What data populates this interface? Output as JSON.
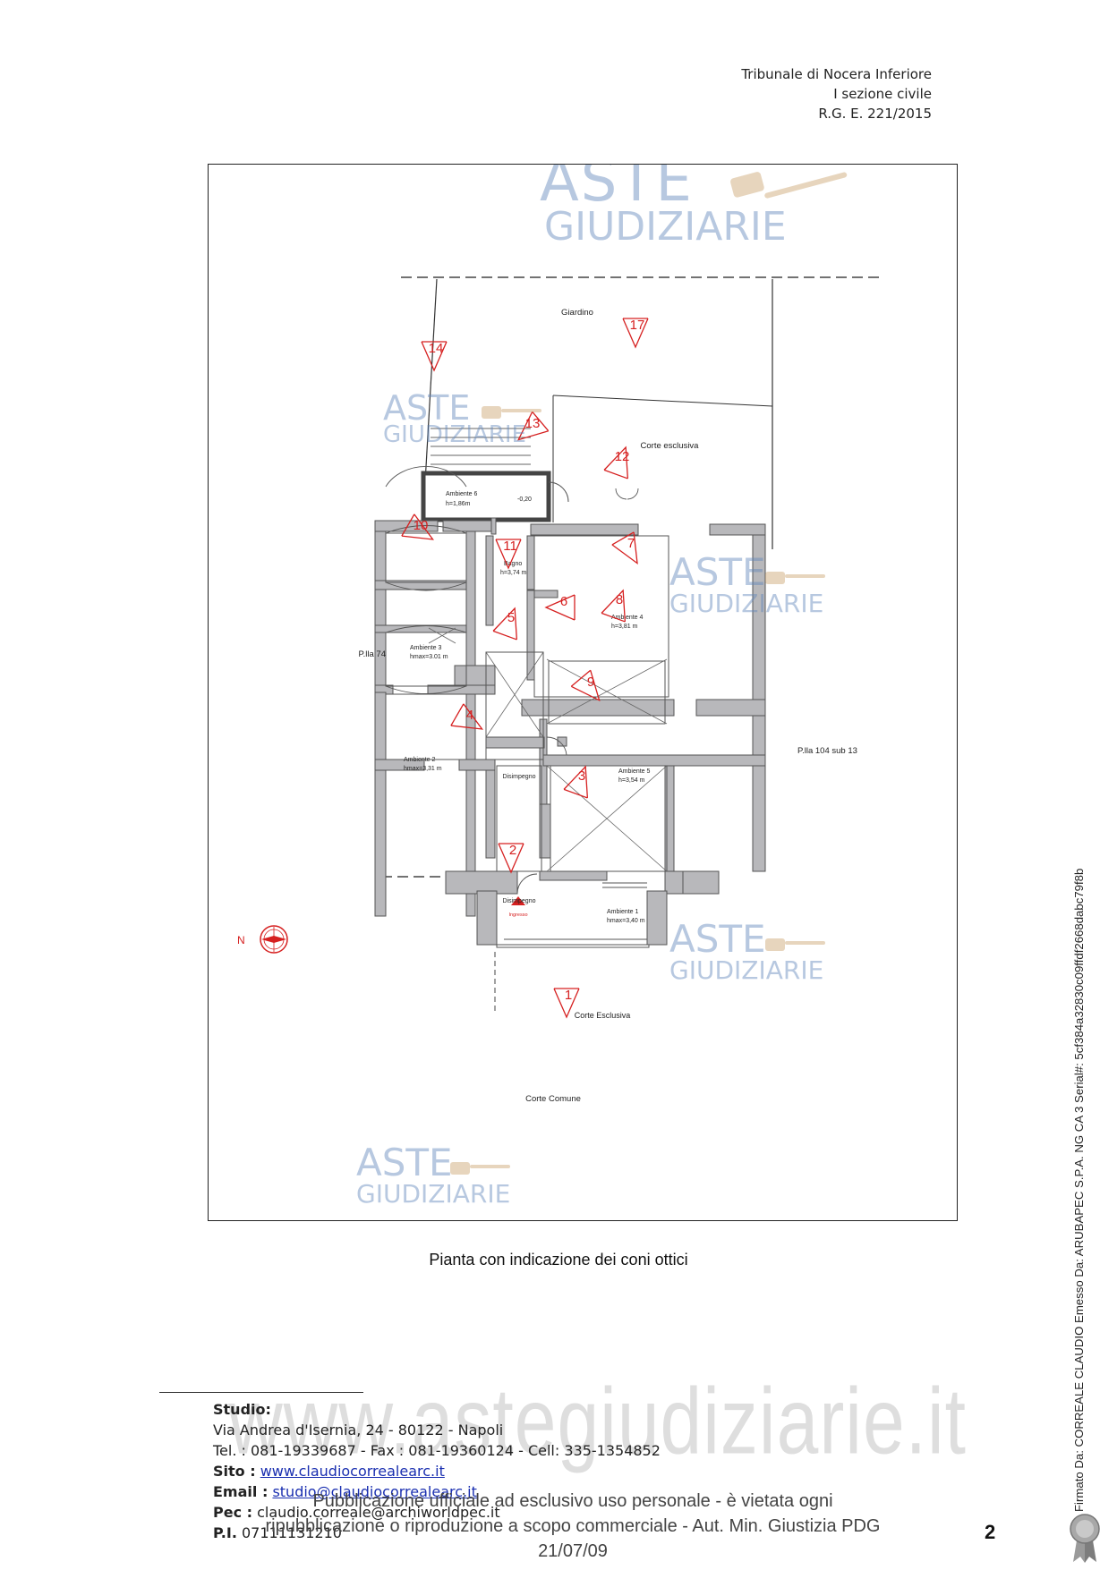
{
  "header": {
    "line1": "Tribunale di Nocera Inferiore",
    "line2": "I sezione civile",
    "line3": "R.G. E. 221/2015"
  },
  "watermark": {
    "word1": "ASTE",
    "word2": "GIUDIZIARIE",
    "url": "www.astegiudiziarie.it"
  },
  "plan": {
    "labels": {
      "giardino": "Giardino",
      "corte_esclusiva": "Corte esclusiva",
      "corte_esclusiva_b": "Corte Esclusiva",
      "corte_comune": "Corte Comune",
      "plla74": "P.lla 74",
      "plla104": "P.lla 104 sub 13",
      "ingresso": "Ingresso",
      "dis1": "Disimpegno",
      "dis2": "Disimpegno"
    },
    "rooms": {
      "amb6": {
        "name": "Ambiente 6",
        "h": "h=1,86m",
        "level": "-0,20"
      },
      "bagno": {
        "name": "Bagno",
        "h": "h=3,74 m"
      },
      "amb4": {
        "name": "Ambiente 4",
        "h": "h=3,81 m"
      },
      "amb3": {
        "name": "Ambiente 3",
        "h": "hmax=3.01 m"
      },
      "amb2": {
        "name": "Ambiente 2",
        "h": "hmax=3,31 m"
      },
      "amb5": {
        "name": "Ambiente 5",
        "h": "h=3,54 m"
      },
      "amb1": {
        "name": "Ambiente 1",
        "h": "hmax=3,40 m"
      }
    },
    "cones": [
      "1",
      "2",
      "3",
      "4",
      "5",
      "6",
      "7",
      "8",
      "9",
      "10",
      "11",
      "12",
      "13",
      "14",
      "17"
    ],
    "compass": "N"
  },
  "caption": "Pianta con indicazione dei coni ottici",
  "studio": {
    "title": "Studio:",
    "address": "Via Andrea d'Isernia, 24 - 80122 -  Napoli",
    "tel": "Tel. : 081-19339687 - Fax : 081-19360124 -  Cell: 335-1354852",
    "site_label": "Sito :",
    "site": "www.claudiocorrealearc.it",
    "email_label": "Email :",
    "email": "studio@claudiocorrealearc.it",
    "pec_label": "Pec :",
    "pec": "claudio.correale@archiworldpec.it",
    "pi_label": "P.I.",
    "pi": "07111131210"
  },
  "publication": {
    "line1": "Pubblicazione ufficiale ad esclusivo uso personale - è vietata ogni",
    "line2": "ripubblicazione o riproduzione a scopo commerciale - Aut. Min. Giustizia PDG 21/07/09"
  },
  "page_number": "2",
  "signature": "Firmato Da: CORREALE CLAUDIO Emesso Da: ARUBAPEC S.P.A. NG CA 3 Serial#: 5cf384a32830c09ffdf2668dabc79f8b"
}
